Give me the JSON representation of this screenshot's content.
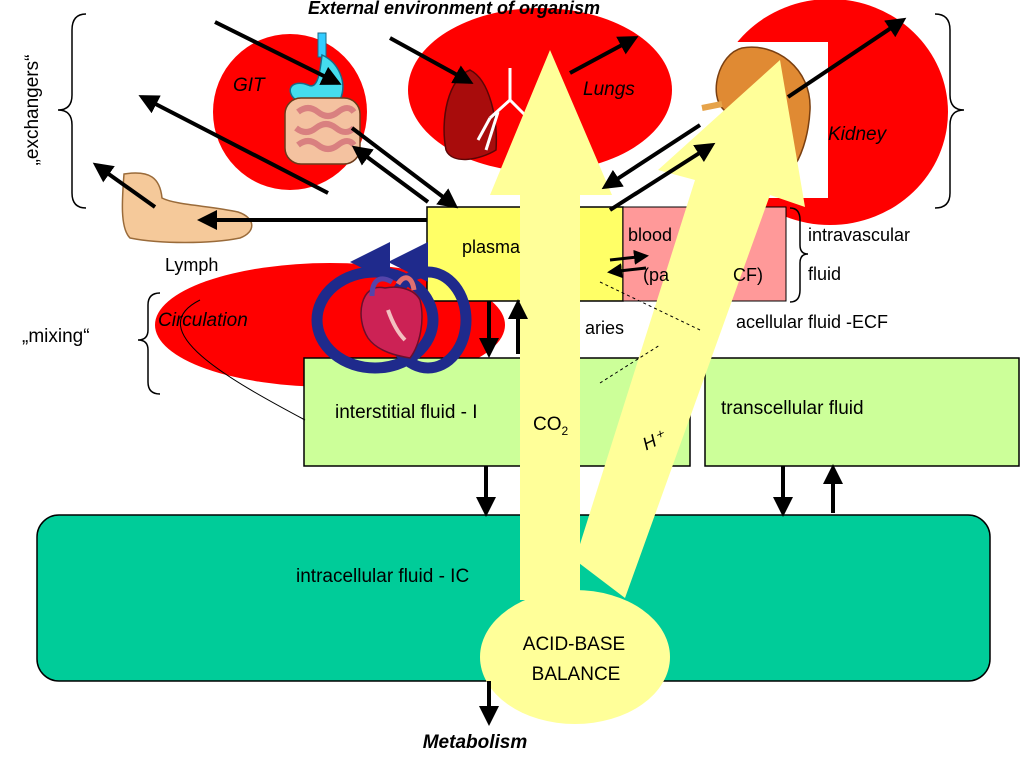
{
  "title": "External environment of organism",
  "footer": "Metabolism",
  "side_labels": {
    "exchangers": "„exchangers“",
    "mixing": "„mixing“"
  },
  "organs": {
    "git": "GIT",
    "lungs": "Lungs",
    "kidney": "Kidney",
    "circulation": "Circulation",
    "lymph": "Lymph"
  },
  "compartments": {
    "plasma": "plasma",
    "blood_line1": "blood",
    "blood_line2": "(pa",
    "blood_line2b": "CF)",
    "intravascular_line1": "intravascular",
    "intravascular_line2": "fluid",
    "capillaries": "aries",
    "ecf": "acellular fluid -ECF",
    "interstitial": "interstitial fluid - I",
    "transcellular": "transcellular fluid",
    "intracellular": "intracellular fluid - IC"
  },
  "flows": {
    "co2": "CO",
    "co2_sub": "2",
    "h_plus": "H⁺"
  },
  "balance": {
    "line1": "ACID-BASE",
    "line2": "BALANCE"
  },
  "colors": {
    "organ_red": "#ff0000",
    "plasma_yellow": "#ffff66",
    "blood_pink": "#ff9999",
    "fluid_green": "#ccff99",
    "icf_teal": "#00cc99",
    "arrow_yellow": "#ffff99",
    "circ_blue": "#1f2a8c"
  }
}
